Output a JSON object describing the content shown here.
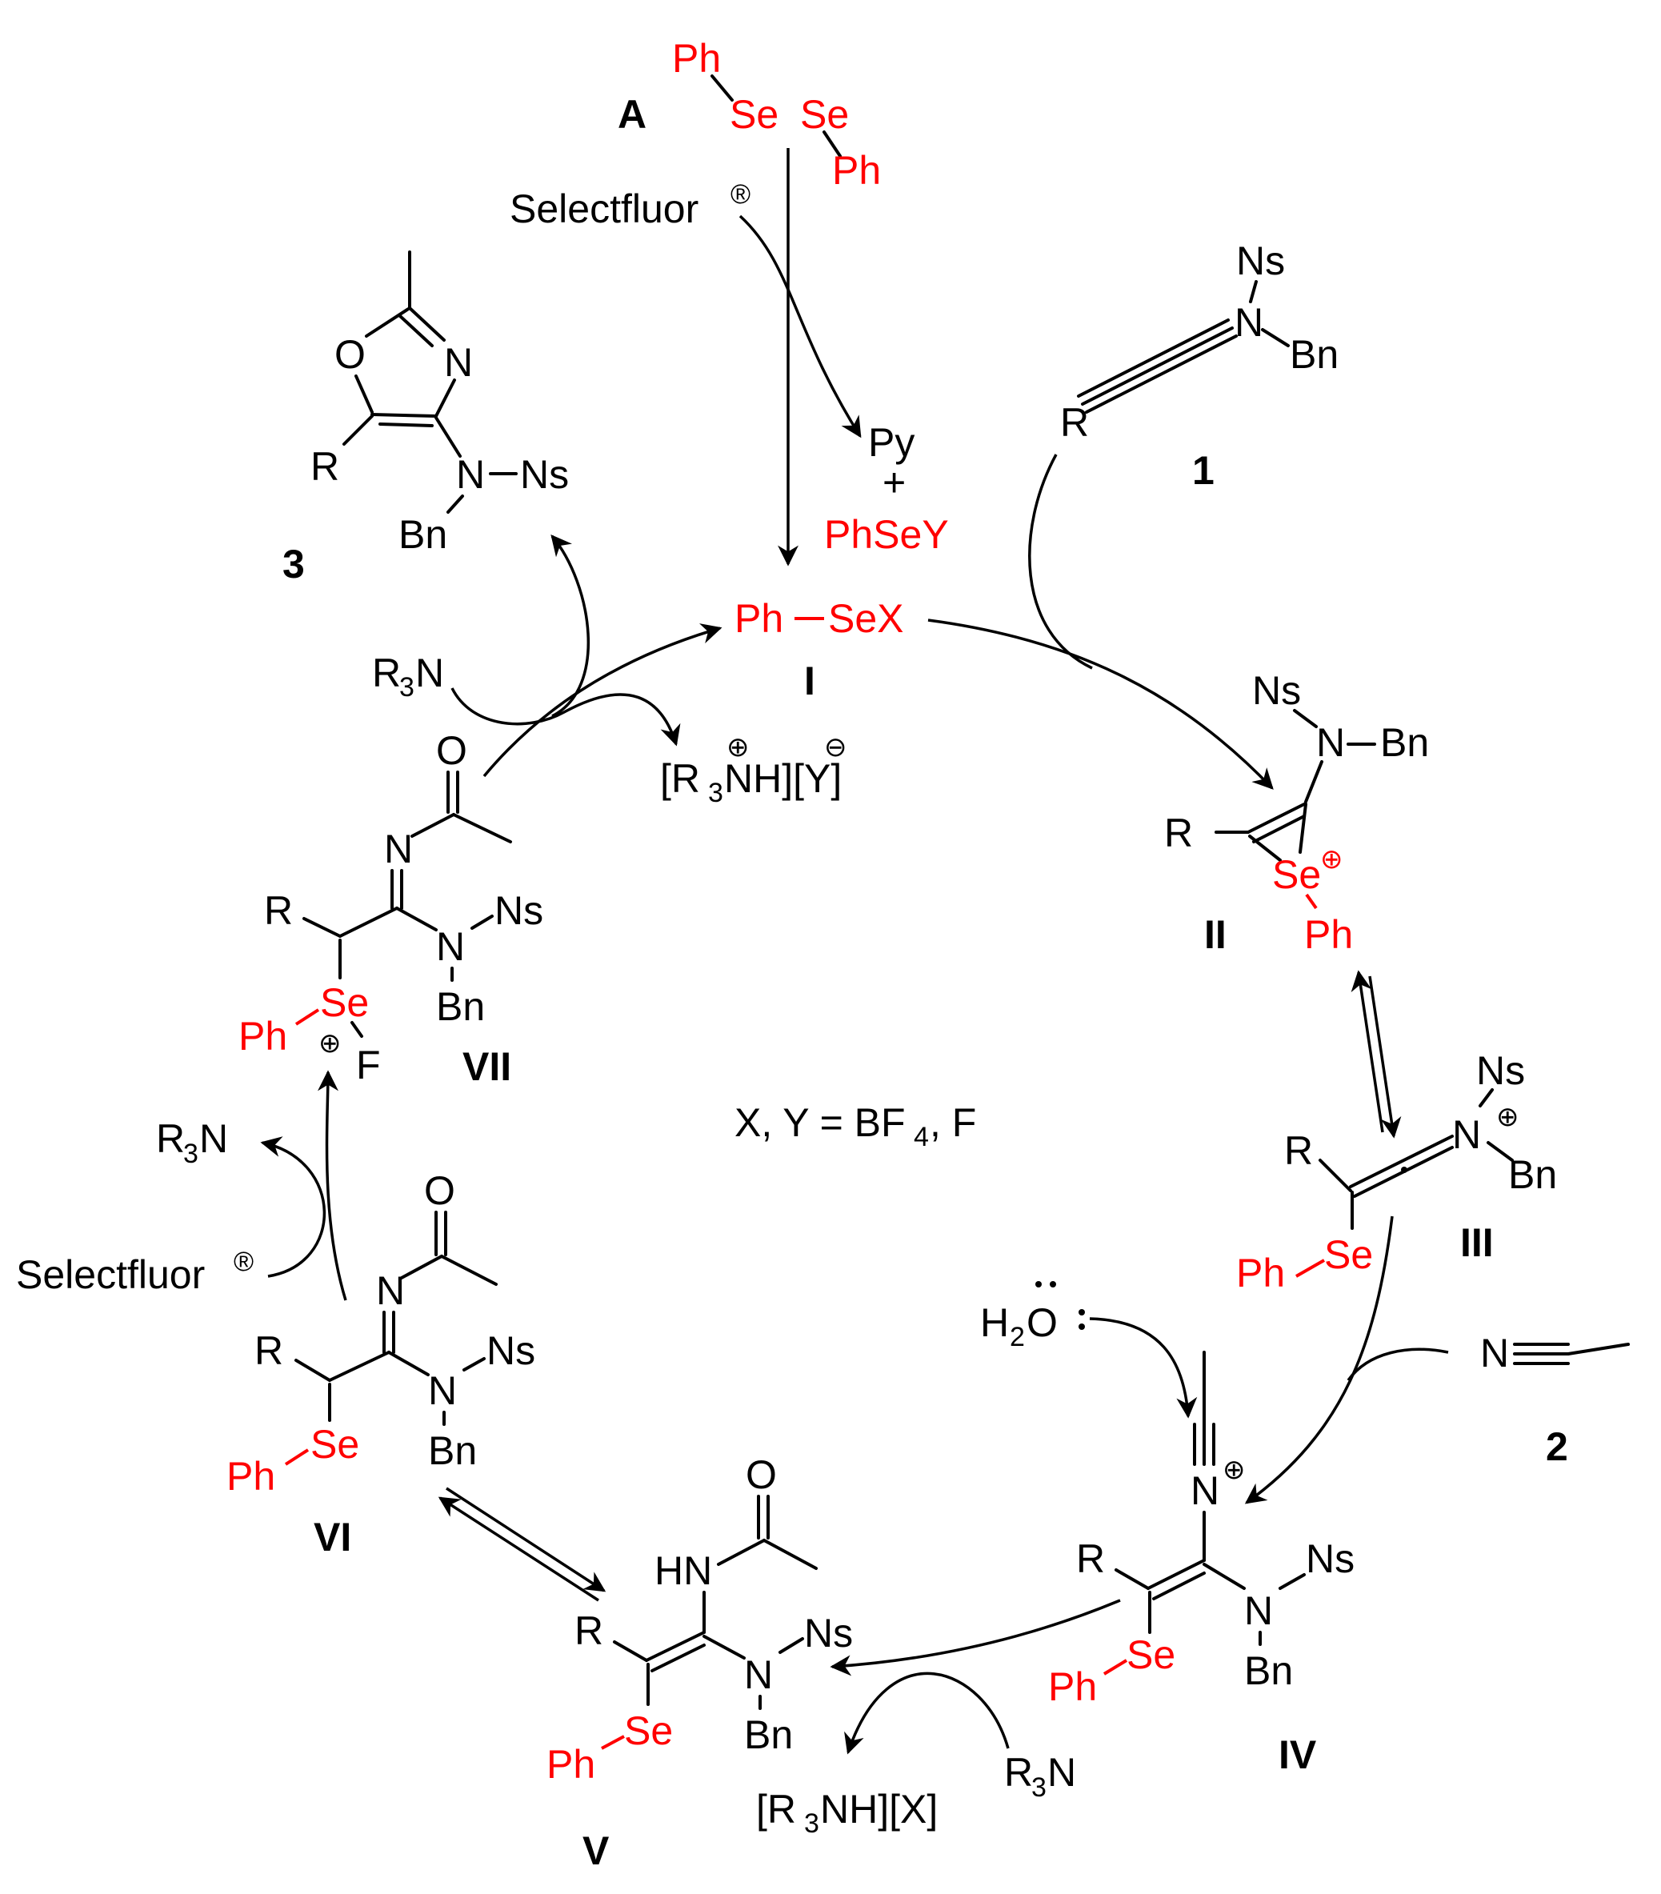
{
  "colors": {
    "selenium": "#ff0000",
    "ink": "#000000"
  },
  "labels": {
    "A": "A",
    "I": "I",
    "II": "II",
    "III": "III",
    "IV": "IV",
    "V": "V",
    "VI": "VI",
    "VII": "VII",
    "n1": "1",
    "n2": "2",
    "n3": "3"
  },
  "reagents": {
    "ph": "Ph",
    "se": "Se",
    "selectfluor": "Selectfluor",
    "reg": "®",
    "py": "Py",
    "plus": "+",
    "phsey": "PhSeY",
    "phsex_ph": "Ph",
    "phsex_sex": "SeX",
    "r3n": "R",
    "r3n_sub": "3",
    "r3n_n": "N",
    "ammonium_y": [
      "[R",
      "3",
      "NH][Y]"
    ],
    "ammonium_x": [
      "[R",
      "3",
      "NH][X]"
    ],
    "water": [
      "H",
      "2",
      "O"
    ],
    "conditions": [
      "X, Y = BF",
      "4",
      ", F"
    ]
  },
  "atoms": {
    "ns": "Ns",
    "bn": "Bn",
    "n": "N",
    "o": "O",
    "r": "R",
    "f": "F",
    "hn": "HN",
    "se": "Se",
    "ph": "Ph"
  },
  "charges": {
    "plus": "⊕",
    "minus": "⊖"
  }
}
